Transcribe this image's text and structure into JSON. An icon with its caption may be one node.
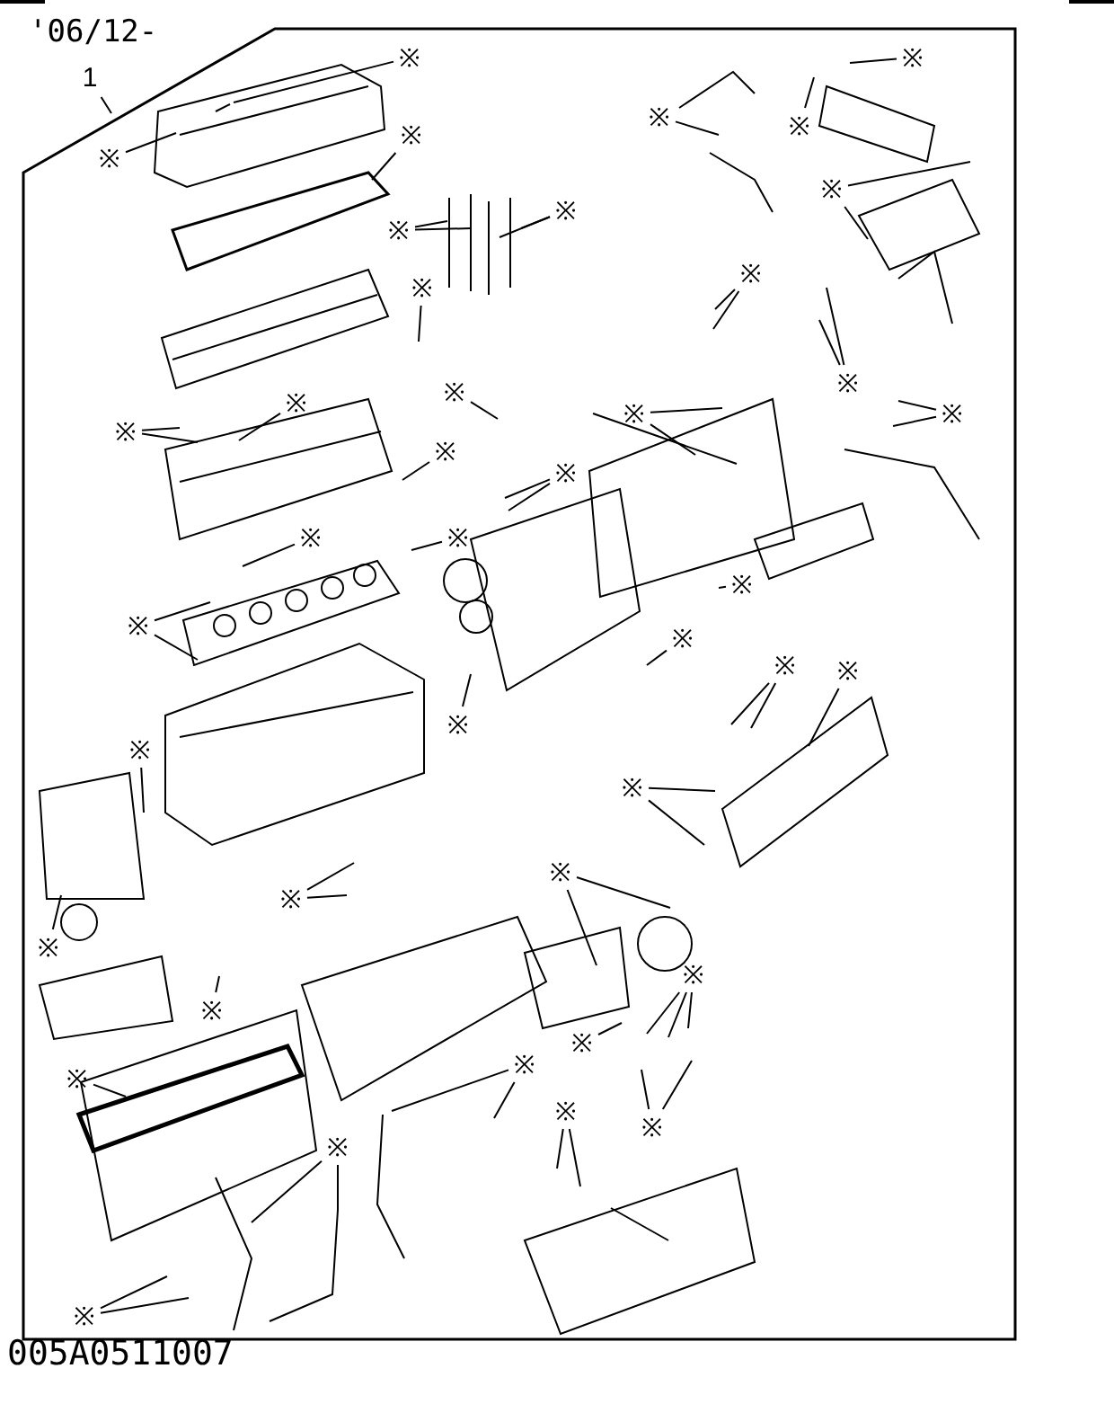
{
  "diagram": {
    "nodes": [
      {
        "text": [
          "1"
        ]
      },
      {
        "text": [
          "※"
        ]
      },
      {
        "text": [
          "※"
        ]
      },
      {
        "text": [
          "※"
        ]
      },
      {
        "text": [
          "※"
        ]
      },
      {
        "text": [
          "※"
        ]
      },
      {
        "text": [
          "※"
        ]
      },
      {
        "text": [
          "※"
        ]
      },
      {
        "text": [
          "※"
        ]
      },
      {
        "text": [
          "※"
        ]
      },
      {
        "text": [
          "※"
        ]
      },
      {
        "text": [
          "※"
        ]
      },
      {
        "text": [
          "※"
        ]
      },
      {
        "text": [
          "※"
        ]
      },
      {
        "text": [
          "※"
        ]
      },
      {
        "text": [
          "※"
        ]
      },
      {
        "text": [
          "※"
        ]
      },
      {
        "text": [
          "※"
        ]
      },
      {
        "text": [
          "※"
        ]
      },
      {
        "text": [
          "※"
        ]
      },
      {
        "text": [
          "※"
        ]
      },
      {
        "text": [
          "※"
        ]
      },
      {
        "text": [
          "※"
        ]
      },
      {
        "text": [
          "※"
        ]
      },
      {
        "text": [
          "※"
        ]
      },
      {
        "text": [
          "※"
        ]
      },
      {
        "text": [
          "※"
        ]
      },
      {
        "text": [
          "※"
        ]
      },
      {
        "text": [
          "※"
        ]
      },
      {
        "text": [
          "※"
        ]
      },
      {
        "text": [
          "※"
        ]
      },
      {
        "text": [
          "※"
        ]
      },
      {
        "text": [
          "※"
        ]
      },
      {
        "text": [
          "※"
        ]
      },
      {
        "text": [
          "※"
        ]
      },
      {
        "text": [
          "※"
        ]
      },
      {
        "text": [
          "※"
        ]
      },
      {
        "text": [
          "※"
        ]
      },
      {
        "text": [
          "※"
        ]
      },
      {
        "text": [
          "※"
        ]
      },
      {
        "text": [
          "※"
        ]
      },
      {
        "text": [
          "※"
        ]
      }
    ],
    "edges": [
      {
        "from": 0,
        "to": null,
        "arrow": "none"
      },
      {
        "from": 1,
        "to": null,
        "arrow": "none"
      },
      {
        "from": 2,
        "to": null,
        "arrow": "none"
      },
      {
        "from": 3,
        "to": null,
        "arrow": "none"
      },
      {
        "from": 4,
        "to": null,
        "arrow": "none"
      },
      {
        "from": 5,
        "to": null,
        "arrow": "none"
      },
      {
        "from": 6,
        "to": null,
        "arrow": "none"
      },
      {
        "from": 7,
        "to": null,
        "arrow": "none"
      },
      {
        "from": 7,
        "to": null,
        "arrow": "none"
      },
      {
        "from": 8,
        "to": null,
        "arrow": "none"
      },
      {
        "from": 8,
        "to": null,
        "arrow": "none"
      },
      {
        "from": 9,
        "to": null,
        "arrow": "none"
      },
      {
        "from": 9,
        "to": null,
        "arrow": "none"
      },
      {
        "from": 10,
        "to": null,
        "arrow": "none"
      },
      {
        "from": 10,
        "to": null,
        "arrow": "none"
      },
      {
        "from": 11,
        "to": null,
        "arrow": "none"
      },
      {
        "from": 12,
        "to": null,
        "arrow": "none"
      },
      {
        "from": 12,
        "to": null,
        "arrow": "none"
      },
      {
        "from": 13,
        "to": null,
        "arrow": "none"
      },
      {
        "from": 14,
        "to": null,
        "arrow": "none"
      },
      {
        "from": 15,
        "to": null,
        "arrow": "none"
      },
      {
        "from": 15,
        "to": null,
        "arrow": "none"
      },
      {
        "from": 16,
        "to": null,
        "arrow": "none"
      },
      {
        "from": 16,
        "to": null,
        "arrow": "none"
      },
      {
        "from": 17,
        "to": null,
        "arrow": "none"
      },
      {
        "from": 17,
        "to": null,
        "arrow": "none"
      },
      {
        "from": 18,
        "to": null,
        "arrow": "none"
      },
      {
        "from": 19,
        "to": null,
        "arrow": "none"
      },
      {
        "from": 19,
        "to": null,
        "arrow": "none"
      },
      {
        "from": 20,
        "to": null,
        "arrow": "none"
      },
      {
        "from": 21,
        "to": null,
        "arrow": "none"
      },
      {
        "from": 22,
        "to": null,
        "arrow": "none"
      },
      {
        "from": 23,
        "to": null,
        "arrow": "none"
      },
      {
        "from": 23,
        "to": null,
        "arrow": "none"
      },
      {
        "from": 24,
        "to": null,
        "arrow": "none"
      },
      {
        "from": 25,
        "to": null,
        "arrow": "none"
      },
      {
        "from": 25,
        "to": null,
        "arrow": "none"
      },
      {
        "from": 26,
        "to": null,
        "arrow": "none"
      },
      {
        "from": 27,
        "to": null,
        "arrow": "none"
      },
      {
        "from": 28,
        "to": null,
        "arrow": "none"
      },
      {
        "from": 29,
        "to": null,
        "arrow": "none"
      },
      {
        "from": 29,
        "to": null,
        "arrow": "none"
      },
      {
        "from": 30,
        "to": null,
        "arrow": "none"
      },
      {
        "from": 30,
        "to": null,
        "arrow": "none"
      },
      {
        "from": 31,
        "to": null,
        "arrow": "none"
      },
      {
        "from": 31,
        "to": null,
        "arrow": "none"
      },
      {
        "from": 32,
        "to": null,
        "arrow": "none"
      },
      {
        "from": 33,
        "to": null,
        "arrow": "none"
      },
      {
        "from": 33,
        "to": null,
        "arrow": "none"
      },
      {
        "from": 33,
        "to": null,
        "arrow": "none"
      },
      {
        "from": 34,
        "to": null,
        "arrow": "none"
      },
      {
        "from": 35,
        "to": null,
        "arrow": "none"
      },
      {
        "from": 36,
        "to": null,
        "arrow": "none"
      },
      {
        "from": 36,
        "to": null,
        "arrow": "none"
      },
      {
        "from": 37,
        "to": null,
        "arrow": "none"
      },
      {
        "from": 38,
        "to": null,
        "arrow": "none"
      },
      {
        "from": 38,
        "to": null,
        "arrow": "none"
      },
      {
        "from": 39,
        "to": null,
        "arrow": "none"
      },
      {
        "from": 39,
        "to": null,
        "arrow": "none"
      },
      {
        "from": 40,
        "to": null,
        "arrow": "none"
      },
      {
        "from": 40,
        "to": null,
        "arrow": "none"
      },
      {
        "from": 41,
        "to": null,
        "arrow": "none"
      },
      {
        "from": 41,
        "to": null,
        "arrow": "none"
      }
    ],
    "labels": [
      "'06/12-",
      "005A0511007"
    ]
  }
}
